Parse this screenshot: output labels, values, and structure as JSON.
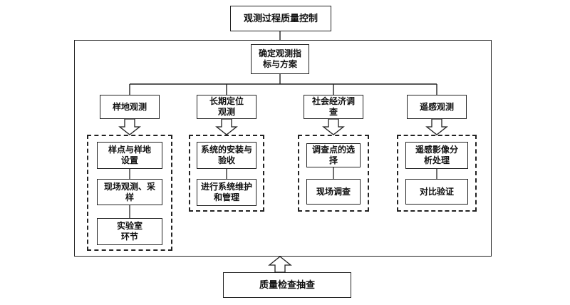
{
  "top_title": "观测过程质量控制",
  "root": "确定观测指\n标与方案",
  "bottom_box": "质量检查抽查",
  "branches": [
    {
      "title": "样地观测",
      "steps": [
        "样点与样地\n设置",
        "现场观测、采\n样",
        "实验室\n环节"
      ]
    },
    {
      "title": "长期定位\n观测",
      "steps": [
        "系统的安装与\n验收",
        "进行系统维护\n和管理"
      ]
    },
    {
      "title": "社会经济调\n查",
      "steps": [
        "调查点的选择",
        "现场调查"
      ]
    },
    {
      "title": "遥感观测",
      "steps": [
        "遥感影像分\n析处理",
        "对比验证"
      ]
    }
  ]
}
